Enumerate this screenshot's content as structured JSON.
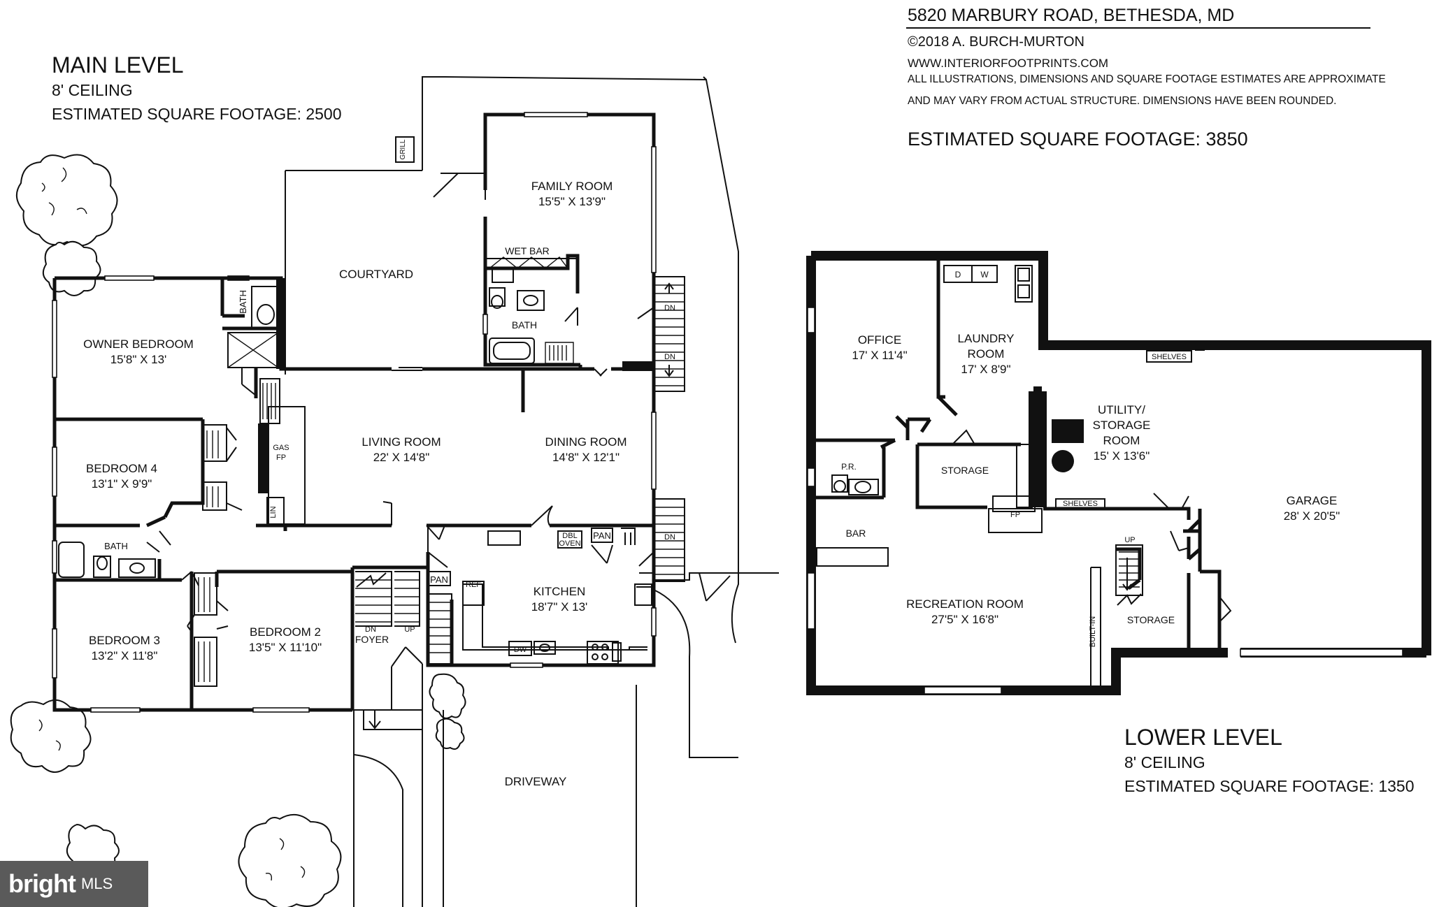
{
  "header": {
    "address": "5820 MARBURY ROAD, BETHESDA, MD",
    "copyright": "©2018 A. BURCH-MURTON",
    "website": "WWW.INTERIORFOOTPRINTS.COM",
    "disclaimer_line1": "ALL ILLUSTRATIONS, DIMENSIONS AND SQUARE FOOTAGE ESTIMATES ARE APPROXIMATE",
    "disclaimer_line2": "AND MAY VARY FROM ACTUAL STRUCTURE. DIMENSIONS HAVE BEEN ROUNDED.",
    "total_sqft": "ESTIMATED SQUARE FOOTAGE: 3850"
  },
  "main_level": {
    "title": "MAIN LEVEL",
    "ceiling": "8' CEILING",
    "sqft": "ESTIMATED SQUARE FOOTAGE: 2500",
    "rooms": {
      "family_room": {
        "name": "FAMILY ROOM",
        "dims": "15'5\" X 13'9\""
      },
      "courtyard": {
        "name": "COURTYARD"
      },
      "owner_bedroom": {
        "name": "OWNER BEDROOM",
        "dims": "15'8\" X 13'"
      },
      "living_room": {
        "name": "LIVING ROOM",
        "dims": "22' X 14'8\""
      },
      "dining_room": {
        "name": "DINING ROOM",
        "dims": "14'8\" X 12'1\""
      },
      "bedroom4": {
        "name": "BEDROOM 4",
        "dims": "13'1\" X 9'9\""
      },
      "bedroom3": {
        "name": "BEDROOM 3",
        "dims": "13'2\" X 11'8\""
      },
      "bedroom2": {
        "name": "BEDROOM 2",
        "dims": "13'5\" X 11'10\""
      },
      "kitchen": {
        "name": "KITCHEN",
        "dims": "18'7\" X 13'"
      },
      "driveway": {
        "name": "DRIVEWAY"
      },
      "foyer": {
        "name": "FOYER"
      }
    },
    "labels": {
      "grill": "GRILL",
      "wet_bar": "WET BAR",
      "bath": "BATH",
      "bath_owner": "BATH",
      "bath_hall": "BATH",
      "gas": "GAS",
      "fp": "FP",
      "lin": "LIN",
      "dbl": "DBL",
      "oven": "OVEN",
      "pan_kitchen": "PAN",
      "pan_foyer": "PAN",
      "ref": "REF",
      "dw": "DW",
      "dn_foyer": "DN",
      "up_foyer": "UP",
      "dn_1": "DN",
      "dn_2": "DN",
      "dn_3": "DN"
    }
  },
  "lower_level": {
    "title": "LOWER LEVEL",
    "ceiling": "8' CEILING",
    "sqft": "ESTIMATED SQUARE FOOTAGE: 1350",
    "rooms": {
      "office": {
        "name": "OFFICE",
        "dims": "17' X 11'4\""
      },
      "laundry": {
        "name1": "LAUNDRY",
        "name2": "ROOM",
        "dims": "17' X 8'9\""
      },
      "utility": {
        "name1": "UTILITY/",
        "name2": "STORAGE",
        "name3": "ROOM",
        "dims": "15' X 13'6\""
      },
      "garage": {
        "name": "GARAGE",
        "dims": "28' X 20'5\""
      },
      "recreation": {
        "name": "RECREATION ROOM",
        "dims": "27'5\" X 16'8\""
      },
      "storage1": {
        "name": "STORAGE"
      },
      "storage2": {
        "name": "STORAGE"
      }
    },
    "labels": {
      "d": "D",
      "w": "W",
      "shelves1": "SHELVES",
      "shelves2": "SHELVES",
      "pr": "P.R.",
      "bar": "BAR",
      "fp": "FP",
      "up": "UP",
      "built_in": "BUILT-IN"
    }
  },
  "branding": {
    "logo": "bright",
    "mls": "MLS"
  }
}
